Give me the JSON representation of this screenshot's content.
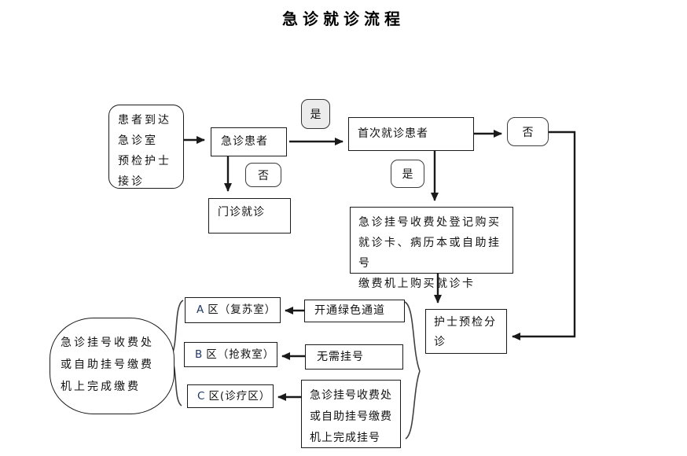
{
  "title": "急诊就诊流程",
  "colors": {
    "line": "#1a1a1a",
    "zone_letter": "#1f3864",
    "yes_badge_fill": "#ececec",
    "box_fill": "#ffffff"
  },
  "nodes": {
    "patient_arrival": {
      "lines": [
        "患者到达",
        "急诊室",
        "预检护士",
        "接诊"
      ]
    },
    "emergency_patient": {
      "label": "急诊患者"
    },
    "yes_top": {
      "label": "是"
    },
    "no_mid": {
      "label": "否"
    },
    "outpatient": {
      "label": "门诊就诊"
    },
    "first_visit": {
      "label": "首次就诊患者"
    },
    "no_top_right": {
      "label": "否"
    },
    "yes_mid": {
      "label": "是"
    },
    "registration": {
      "lines": [
        "急诊挂号收费处登记购买",
        "就诊卡、病历本或自助挂号",
        "缴费机上购买就诊卡"
      ]
    },
    "triage": {
      "lines": [
        "护士预检分",
        "诊"
      ]
    },
    "zone_a": {
      "letter": "A",
      "rest": "区（复苏室）"
    },
    "zone_b": {
      "letter": "B",
      "rest": "区（抢救室）"
    },
    "zone_c": {
      "letter": "C",
      "rest": "区(诊疗区）"
    },
    "green_channel": {
      "label": "开通绿色通道"
    },
    "no_registration": {
      "label": "无需挂号"
    },
    "complete_registration": {
      "lines": [
        "急诊挂号收费处",
        "或自助挂号缴费",
        "机上完成挂号"
      ]
    },
    "payment_oval": {
      "lines": [
        "急诊挂号收费处",
        "或自助挂号缴费",
        "机上完成缴费"
      ]
    }
  }
}
